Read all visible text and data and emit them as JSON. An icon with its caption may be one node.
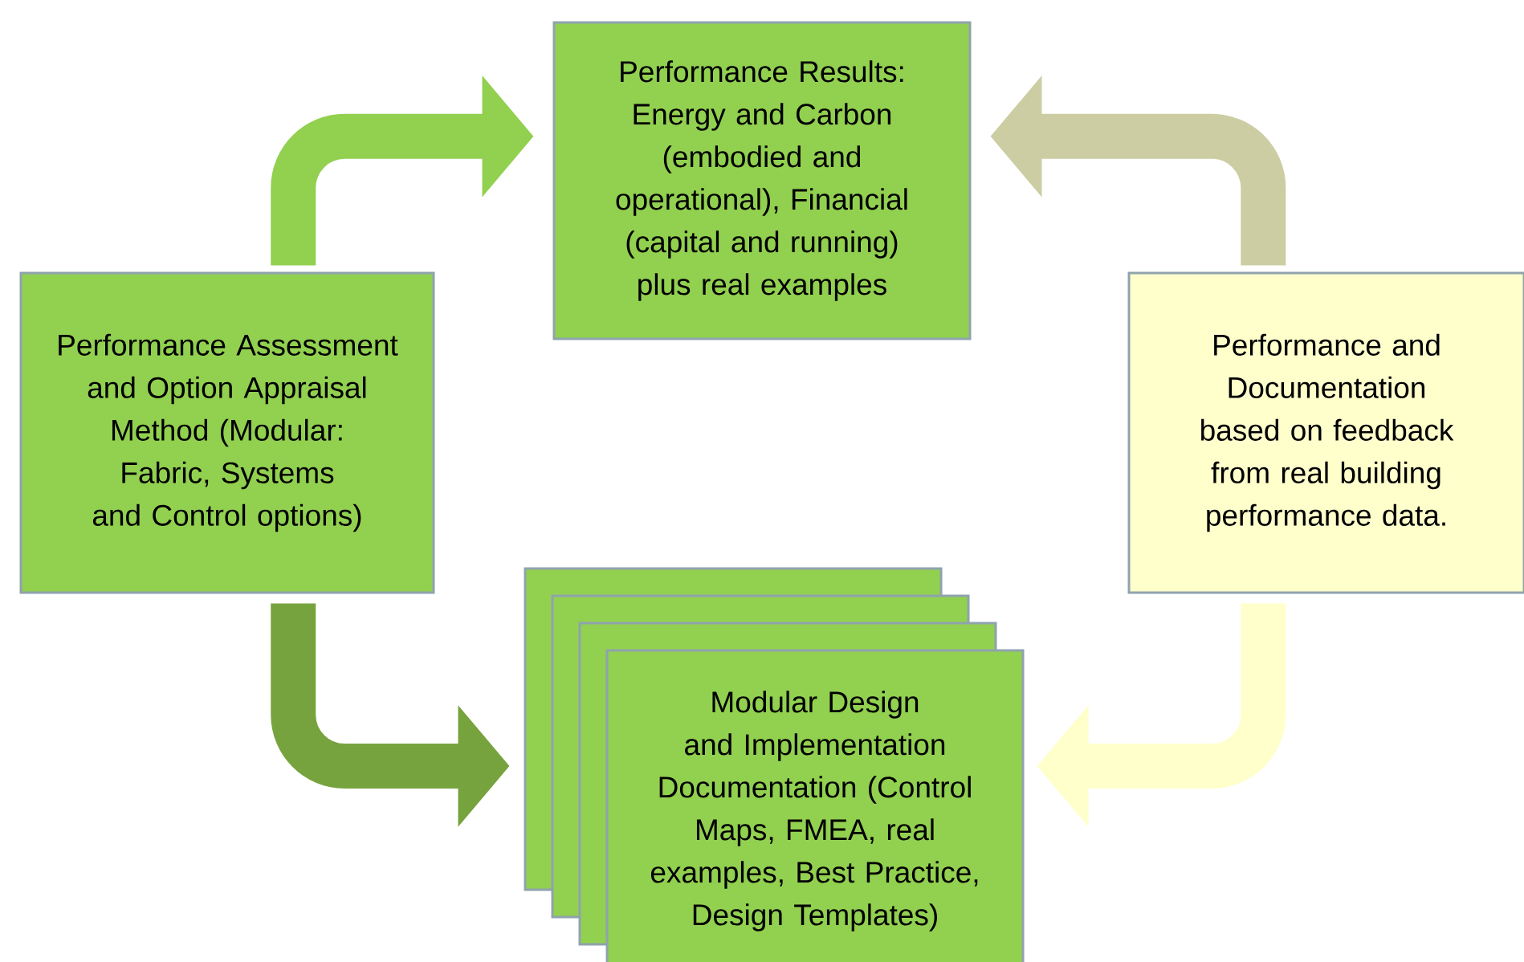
{
  "diagram": {
    "nodes": [
      {
        "text": [
          "Performance Results: Energy and Carbon (embodied and operational), Financial (capital and running) plus real examples"
        ]
      },
      {
        "text": [
          "Performance Assessment and Option Appraisal Method (Modular: Fabric, Systems and Control options)"
        ]
      },
      {
        "text": [
          "Performance and Documentation based on feedback from real building performance data."
        ]
      },
      {
        "text": [
          "Modular Design and Implementation Documentation (Control Maps, FMEA, real examples, Best Practice, Design Templates)"
        ]
      }
    ],
    "edges": [
      {
        "from": 1,
        "to": 0,
        "arrow": "to",
        "color": "#92d050"
      },
      {
        "from": 2,
        "to": 0,
        "arrow": "to",
        "color": "#cdcda4"
      },
      {
        "from": 1,
        "to": 3,
        "arrow": "to",
        "color": "#77a33e"
      },
      {
        "from": 2,
        "to": 3,
        "arrow": "to",
        "color": "#ffffcc"
      }
    ]
  }
}
